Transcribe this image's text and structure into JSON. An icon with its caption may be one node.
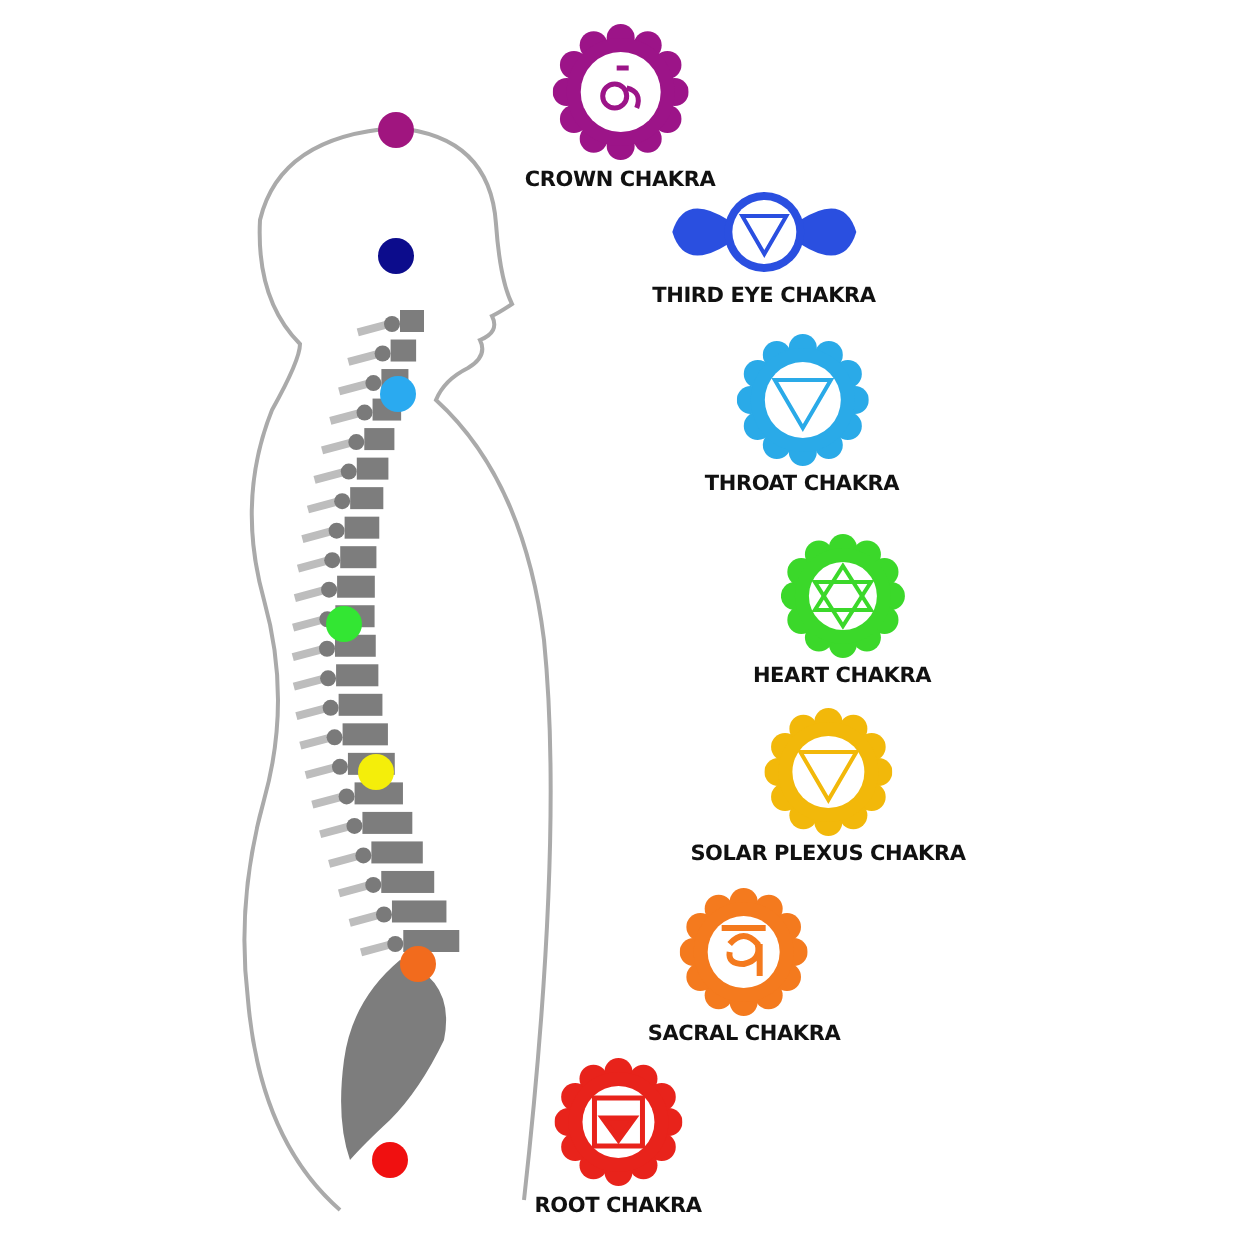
{
  "diagram": {
    "nodes": [
      {
        "text": [
          "CROWN CHAKRA"
        ]
      },
      {
        "text": [
          "THIRD EYE CHAKRA"
        ]
      },
      {
        "text": [
          "THROAT CHAKRA"
        ]
      },
      {
        "text": [
          "HEART CHAKRA"
        ]
      },
      {
        "text": [
          "SOLAR PLEXUS CHAKRA"
        ]
      },
      {
        "text": [
          "SACRAL CHAKRA"
        ]
      },
      {
        "text": [
          "ROOT CHAKRA"
        ]
      }
    ]
  }
}
